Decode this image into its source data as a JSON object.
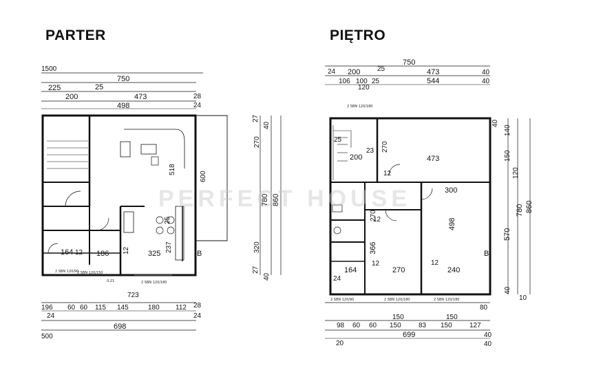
{
  "titles": {
    "left": "PARTER",
    "right": "PIĘTRO"
  },
  "watermark": "PERFECT HOUSE",
  "parter": {
    "dims_top": [
      "1500",
      "750",
      "225",
      "25",
      "200",
      "473",
      "498",
      "28",
      "24"
    ],
    "dims_right": [
      "27",
      "40",
      "270",
      "600",
      "860",
      "780",
      "320",
      "27",
      "40"
    ],
    "dims_inner": [
      "518",
      "12",
      "164",
      "186",
      "325",
      "237",
      "25",
      "12",
      "B"
    ],
    "dims_bottom": [
      "196",
      "24",
      "60",
      "60",
      "115",
      "145",
      "180",
      "112",
      "28",
      "24",
      "698",
      "500",
      "723"
    ],
    "labels": [
      "2 SBN 120/90",
      "2 SBN 120/150",
      "2 SBN 120/180",
      "0.21"
    ]
  },
  "pietro": {
    "dims_top": [
      "750",
      "24",
      "25",
      "200",
      "473",
      "40",
      "106",
      "100",
      "544",
      "120",
      "25",
      "40"
    ],
    "dims_right": [
      "40",
      "140",
      "150",
      "780",
      "860",
      "570",
      "40",
      "10",
      "120"
    ],
    "dims_inner": [
      "25",
      "270",
      "23",
      "200",
      "473",
      "12",
      "300",
      "270",
      "12",
      "366",
      "498",
      "12",
      "164",
      "12",
      "270",
      "240",
      "24",
      "B",
      "80"
    ],
    "dims_bottom": [
      "98",
      "60",
      "60",
      "150",
      "83",
      "150",
      "127",
      "150",
      "150",
      "699",
      "20",
      "40",
      "40",
      "2 SBN 120/90",
      "2 SBN 120/180",
      "2 SBN 120/180",
      "2 SBN 120/180"
    ]
  }
}
